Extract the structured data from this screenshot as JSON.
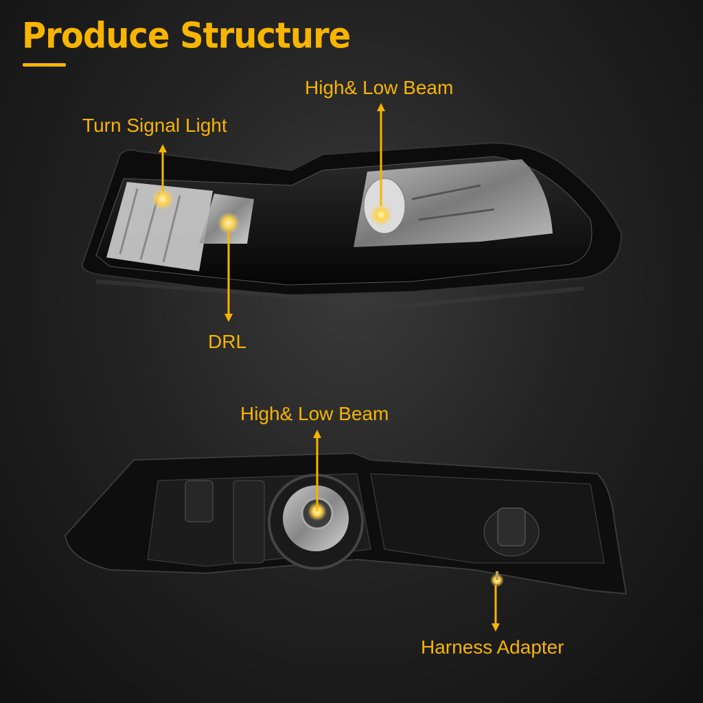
{
  "header": {
    "title": "Produce Structure"
  },
  "front_view": {
    "callouts": {
      "high_low_beam": "High& Low Beam",
      "turn_signal": "Turn Signal Light",
      "drl": "DRL"
    }
  },
  "rear_view": {
    "callouts": {
      "high_low_beam": "High& Low Beam",
      "harness_adapter": "Harness Adapter"
    }
  },
  "colors": {
    "accent": "#f7b500",
    "background": "#1c1c1c",
    "housing": "#0d0d0d"
  }
}
